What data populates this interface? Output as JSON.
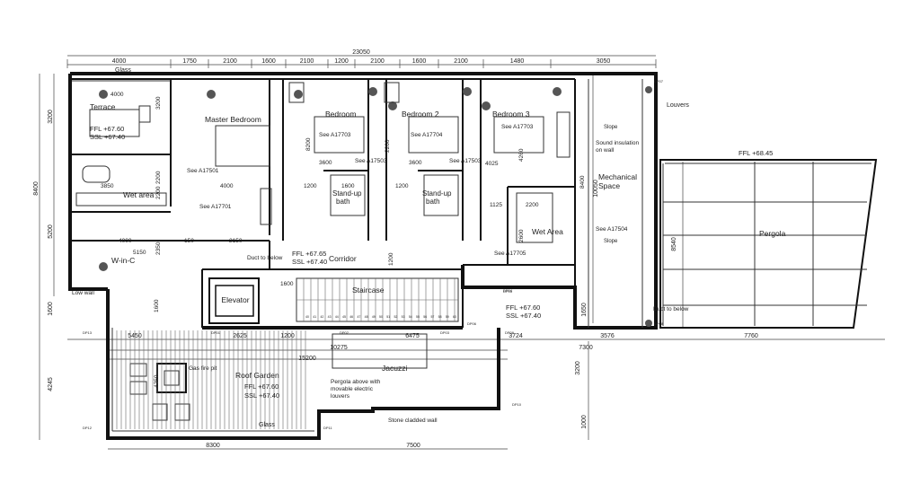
{
  "dims": {
    "top_total": "23050",
    "top": [
      "4000",
      "1750",
      "2100",
      "1600",
      "2100",
      "1200",
      "2100",
      "1600",
      "2100",
      "1480",
      "3050"
    ],
    "mid_row": [
      "5450",
      "2625",
      "1200",
      "6475",
      "3724",
      "7300",
      "3576",
      "7760"
    ],
    "mid_row2": [
      "10275",
      "15200"
    ],
    "bottom": [
      "8300",
      "7500"
    ],
    "left": [
      "3200",
      "8400",
      "5200",
      "1600",
      "4245"
    ],
    "right": [
      "10050",
      "8540",
      "3200",
      "1000",
      "1650"
    ],
    "inner": [
      "4000",
      "3200",
      "2200",
      "8200",
      "3600",
      "2200",
      "3600",
      "4025",
      "4260",
      "3850",
      "2200",
      "4000",
      "1200",
      "1200",
      "1600",
      "1125",
      "2200",
      "2600",
      "4000",
      "5150",
      "2350",
      "150",
      "2150",
      "1600",
      "1200",
      "1600",
      "4250",
      "8400"
    ]
  },
  "rooms": {
    "terrace": "Terrace",
    "master_bedroom": "Master Bedroom",
    "bedroom": "Bedroom",
    "bedroom2": "Bedroom 2",
    "bedroom3": "Bedroom 3",
    "wet_area": "Wet area",
    "wet_area2": "Wet Area",
    "w_in_c": "W-in-C",
    "standup_bath1": "Stand-up\nbath",
    "standup_bath2": "Stand-up\nbath",
    "corridor": "Corridor",
    "staircase": "Staircase",
    "elevator": "Elevator",
    "mechanical_space": "Mechanical\nSpace",
    "pergola": "Pergola",
    "roof_garden": "Roof Garden",
    "jacuzzi": "Jacuzzi"
  },
  "levels": {
    "terrace": [
      "FFL +67.60",
      "SSL +67.40"
    ],
    "corridor": [
      "FFL +67.65",
      "SSL +67.40"
    ],
    "stair_landing": [
      "FFL +67.60",
      "SSL +67.40"
    ],
    "roof_garden": [
      "FFL +67.60",
      "SSL +67.40"
    ],
    "pergola": "FFL +68.45"
  },
  "notes": {
    "glass_top": "Glass",
    "glass_bottom": "Glass",
    "louvers": "Louvers",
    "sound": "Sound insulation\non wall",
    "duct1": "Duct to below",
    "duct2": "Duct to below",
    "low_wall": "Low wall",
    "gas_fire": "Gas fire pit",
    "pergola_above": "Pergola above with\nmovable electric\nlouvers",
    "stone_wall": "Stone cladded wall",
    "slope": "Slope"
  },
  "refs": {
    "a17501": "See A17501",
    "a17701": "See A17701",
    "a17703": "See A17703",
    "a17703b": "See A17703",
    "a17704": "See A17704",
    "a17503": "See A17503",
    "a17503b": "See A17503",
    "a17504": "See A17504",
    "a17705": "See A17705"
  },
  "dp": [
    "DP07",
    "DP08",
    "DP09",
    "DP10",
    "DP11",
    "DP12",
    "DP13",
    "DP01",
    "DP02",
    "DP03",
    "DP04",
    "DP05",
    "DP06"
  ],
  "stair_numbers": [
    "40",
    "41",
    "42",
    "43",
    "44",
    "45",
    "46",
    "47",
    "48",
    "49",
    "50",
    "51",
    "52",
    "53",
    "54",
    "55",
    "56",
    "57",
    "58",
    "59",
    "60"
  ]
}
